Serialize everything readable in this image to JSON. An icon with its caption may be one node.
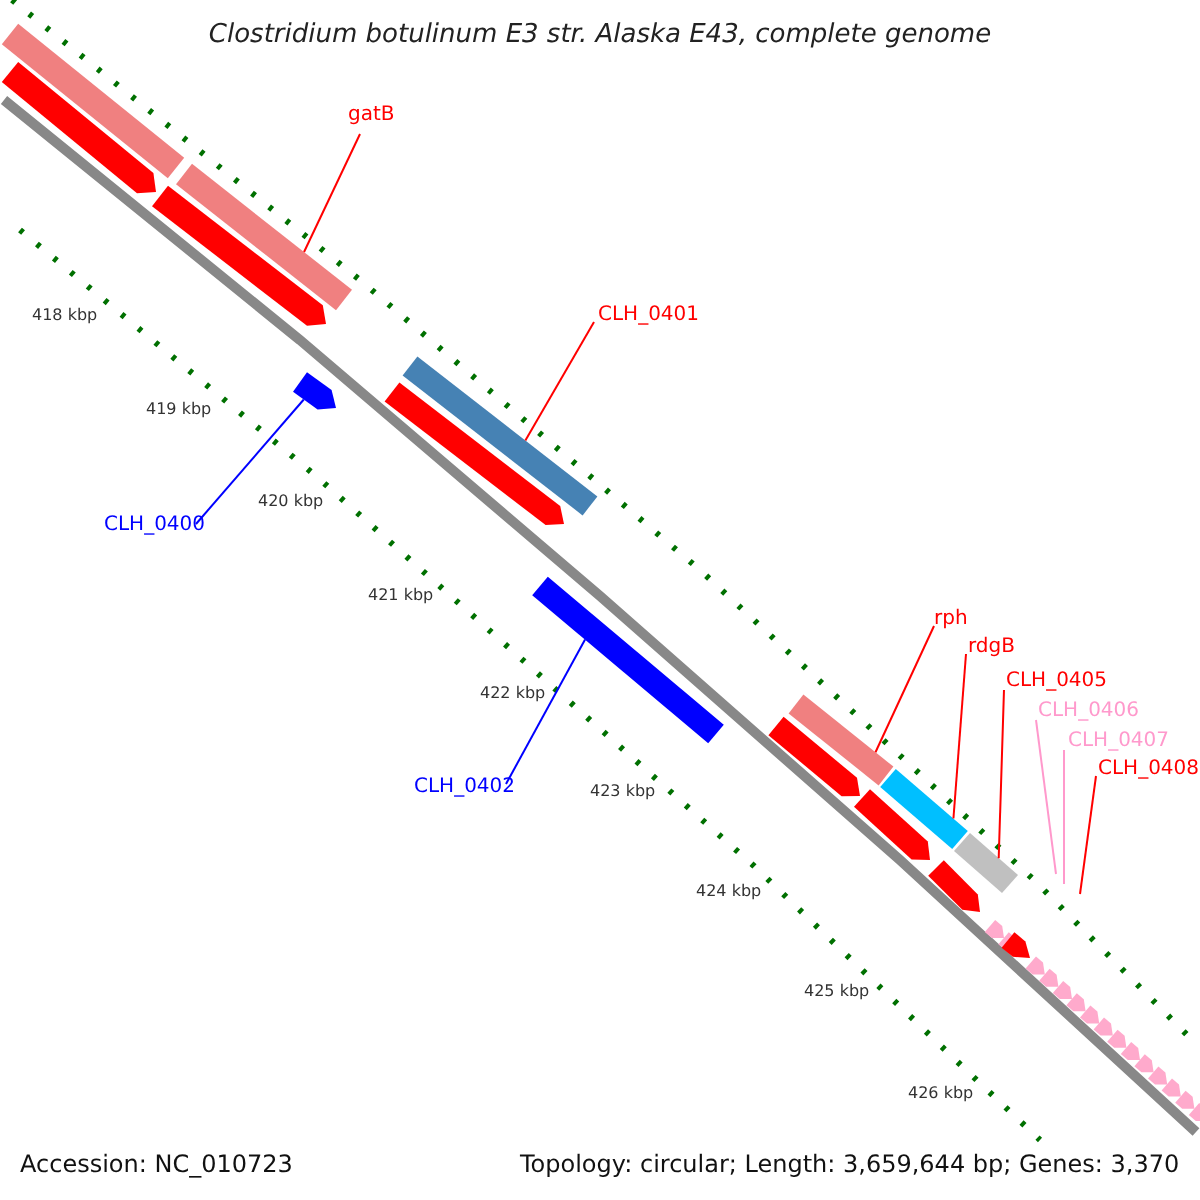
{
  "diagram": {
    "title": "Clostridium botulinum E3 str. Alaska E43, complete genome",
    "nodes": [
      {
        "text": [
          "gatB"
        ]
      },
      {
        "text": [],
        "shape": "bar"
      },
      {
        "text": [
          "CLH_0401"
        ]
      },
      {
        "text": [],
        "shape": "bar"
      },
      {
        "text": [
          "CLH_0400"
        ]
      },
      {
        "text": [],
        "shape": "arrow"
      },
      {
        "text": [
          "CLH_0402"
        ]
      },
      {
        "text": [],
        "shape": "bar"
      },
      {
        "text": [
          "rph"
        ]
      },
      {
        "text": [],
        "shape": "bar"
      },
      {
        "text": [
          "rdgB"
        ]
      },
      {
        "text": [],
        "shape": "bar"
      },
      {
        "text": [
          "CLH_0405"
        ]
      },
      {
        "text": [],
        "shape": "bar"
      },
      {
        "text": [
          "CLH_0406"
        ]
      },
      {
        "text": [
          "CLH_0407"
        ]
      },
      {
        "text": [
          "CLH_0408"
        ]
      },
      {
        "text": [],
        "shape": "bar"
      },
      {
        "text": [],
        "shape": "arrow"
      },
      {
        "text": [],
        "shape": "arrow"
      },
      {
        "text": [],
        "shape": "arrow"
      },
      {
        "text": [],
        "shape": "arrow"
      },
      {
        "text": [],
        "shape": "arrow"
      },
      {
        "text": [],
        "shape": "arrow"
      },
      {
        "text": [],
        "shape": "arrow"
      }
    ],
    "edges": [
      {
        "from": 0,
        "to": 1,
        "arrow": "none"
      },
      {
        "from": 2,
        "to": 3,
        "arrow": "none"
      },
      {
        "from": 4,
        "to": 5,
        "arrow": "none",
        "color": "#0000ff"
      },
      {
        "from": 6,
        "to": 7,
        "arrow": "none",
        "color": "#0000ff"
      },
      {
        "from": 8,
        "to": 9,
        "arrow": "none"
      },
      {
        "from": 10,
        "to": 11,
        "arrow": "none"
      },
      {
        "from": 12,
        "to": 13,
        "arrow": "none"
      },
      {
        "from": 14,
        "to": null,
        "arrow": "none",
        "color": "#ff99cc"
      },
      {
        "from": 15,
        "to": null,
        "arrow": "none",
        "color": "#ff99cc"
      },
      {
        "from": 16,
        "to": null,
        "arrow": "none"
      }
    ],
    "labels": [
      "418 kbp",
      "419 kbp",
      "420 kbp",
      "421 kbp",
      "422 kbp",
      "423 kbp",
      "424 kbp",
      "425 kbp",
      "426 kbp",
      "Accession: NC_010723",
      "Topology: circular; Length: 3,659,644 bp; Genes: 3,370"
    ]
  }
}
